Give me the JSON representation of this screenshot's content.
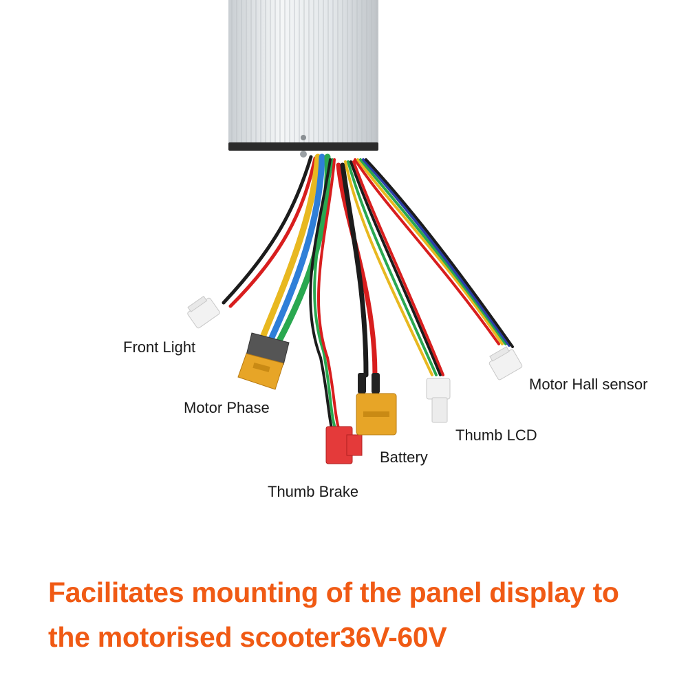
{
  "labels": {
    "front_light": "Front Light",
    "motor_phase": "Motor Phase",
    "thumb_brake": "Thumb Brake",
    "battery": "Battery",
    "thumb_lcd": "Thumb LCD",
    "motor_hall_sensor": "Motor Hall sensor"
  },
  "caption": {
    "line1": "Facilitates mounting of the panel display to",
    "line2": "the motorised scooter36V-60V"
  },
  "colors": {
    "caption": "#f05a14",
    "housing": "#dfe3e6",
    "wire_red": "#d81e1e",
    "wire_black": "#1c1c1c",
    "wire_yellow": "#e8b820",
    "wire_blue": "#2f7fd8",
    "wire_green": "#2aa850",
    "wire_navy": "#2a3fa8",
    "connector_yellow": "#e7a527",
    "connector_white": "#f2f2f2",
    "connector_red": "#e43a3a"
  }
}
